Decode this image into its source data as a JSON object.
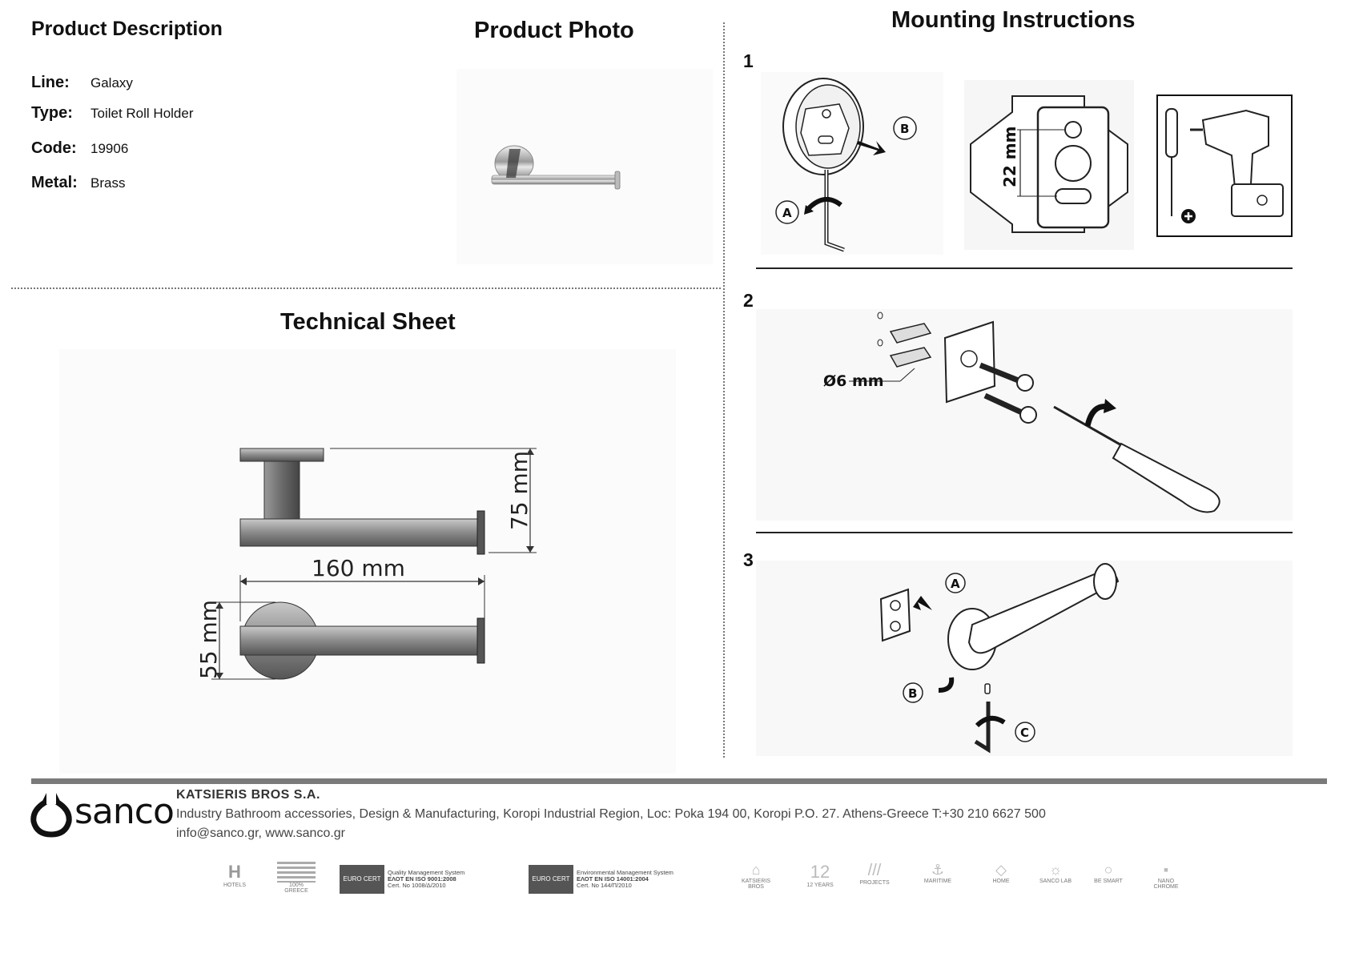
{
  "product_description": {
    "title": "Product Description",
    "specs": [
      {
        "key": "Line:",
        "value": "Galaxy"
      },
      {
        "key": "Type:",
        "value": "Toilet Roll Holder"
      },
      {
        "key": "Code:",
        "value": "19906"
      },
      {
        "key": "Metal:",
        "value": "Brass"
      }
    ]
  },
  "product_photo": {
    "title": "Product Photo"
  },
  "technical_sheet": {
    "title": "Technical Sheet",
    "dimensions": {
      "height": "75 mm",
      "length": "160 mm",
      "diameter": "55 mm"
    }
  },
  "mounting": {
    "title": "Mounting Instructions",
    "steps": [
      "1",
      "2",
      "3"
    ],
    "step1": {
      "label_a": "A",
      "label_b": "B",
      "dim": "22 mm"
    },
    "step2": {
      "dim": "Ø6 mm"
    },
    "step3": {
      "label_a": "A",
      "label_b": "B",
      "label_c": "C"
    }
  },
  "footer": {
    "brand": "sanco",
    "company": "KATSIERIS BROS S.A.",
    "address": "Industry Bathroom accessories, Design & Manufacturing, Koropi Industrial Region, Loc: Poka 194 00, Koropi P.O. 27. Athens-Greece   T:+30 210 6627 500",
    "contact": "info@sanco.gr, www.sanco.gr",
    "certifications": [
      {
        "lines": [
          "Quality Management System",
          "ΕΛΟΤ ΕΝ ISO 9001:2008",
          "Cert. No 1008/Δ/2010"
        ],
        "logo": "EURO CERT"
      },
      {
        "lines": [
          "Environmental Management System",
          "ΕΛΟΤ ΕΝ ISO 14001:2004",
          "Cert. No 144/Π/2010"
        ],
        "logo": "EURO CERT"
      }
    ],
    "badges": [
      "HOTELS",
      "100% GREECE",
      "KATSIERIS BROS",
      "12 YEARS",
      "PROJECTS",
      "MARITIME",
      "HOME",
      "SANCO LAB",
      "BE SMART",
      "NANO CHROME"
    ]
  },
  "colors": {
    "text": "#111111",
    "footer_bar": "#7a7a7a",
    "panel": "#f6f6f6"
  }
}
